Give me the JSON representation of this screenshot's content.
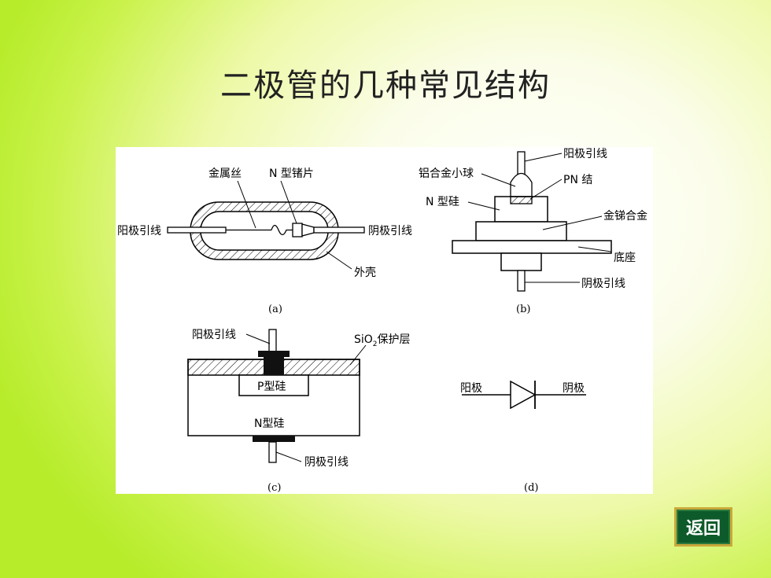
{
  "slide": {
    "title": "二极管的几种常见结构"
  },
  "diagram_a": {
    "caption": "(a)",
    "wire": "金属丝",
    "ge_chip": "N 型锗片",
    "anode_lead": "阳极引线",
    "cathode_lead": "阴极引线",
    "shell": "外壳"
  },
  "diagram_b": {
    "caption": "(b)",
    "anode_lead": "阳极引线",
    "al_ball": "铝合金小球",
    "pn": "PN 结",
    "n_si": "N 型硅",
    "au_sb": "金锑合金",
    "base": "底座",
    "cathode_lead": "阴极引线"
  },
  "diagram_c": {
    "caption": "(c)",
    "anode_lead": "阳极引线",
    "sio2_prefix": "SiO",
    "sio2_sub": "2",
    "sio2_suffix": "保护层",
    "p_si": "P型硅",
    "n_si": "N型硅",
    "cathode_lead": "阴极引线"
  },
  "diagram_d": {
    "caption": "(d)",
    "anode": "阳极",
    "cathode": "阴极"
  },
  "nav": {
    "back_label": "返回"
  }
}
